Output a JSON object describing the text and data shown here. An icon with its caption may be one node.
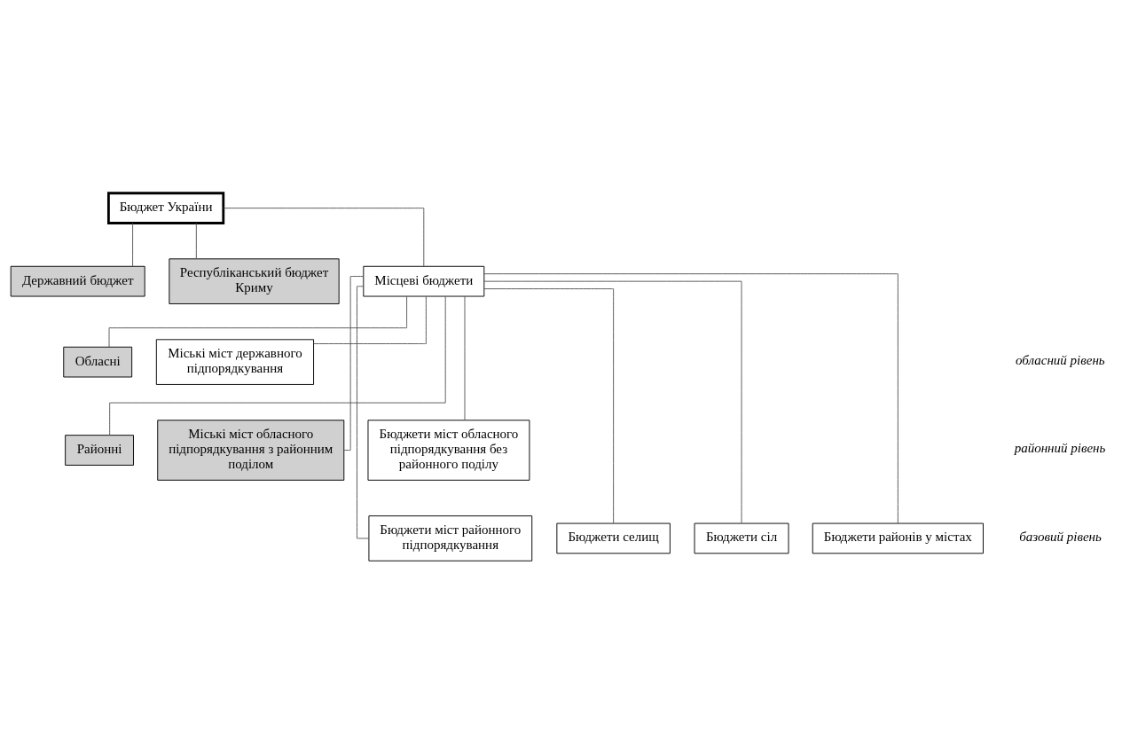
{
  "diagram": {
    "nodes": [
      {
        "text": [
          "Бюджет України"
        ]
      },
      {
        "text": [
          "Державний бюджет"
        ]
      },
      {
        "text": [
          "Республіканський бюджет Криму"
        ]
      },
      {
        "text": [
          "Місцеві бюджети"
        ]
      },
      {
        "text": [
          "Обласні"
        ]
      },
      {
        "text": [
          "Міські міст державного підпорядкування"
        ]
      },
      {
        "text": [
          "Районні"
        ]
      },
      {
        "text": [
          "Міські міст обласного підпорядкування з районним поділом"
        ]
      },
      {
        "text": [
          "Бюджети міст обласного підпорядкування без районного поділу"
        ]
      },
      {
        "text": [
          "Бюджети міст районного підпорядкування"
        ]
      },
      {
        "text": [
          "Бюджети селищ"
        ]
      },
      {
        "text": [
          "Бюджети сіл"
        ]
      },
      {
        "text": [
          "Бюджети районів у містах"
        ]
      }
    ],
    "edges": [
      {
        "from": 0,
        "to": 1,
        "arrow": "none"
      },
      {
        "from": 0,
        "to": 2,
        "arrow": "none"
      },
      {
        "from": 0,
        "to": 3,
        "arrow": "none"
      },
      {
        "from": 3,
        "to": 4,
        "arrow": "none"
      },
      {
        "from": 3,
        "to": 5,
        "arrow": "none"
      },
      {
        "from": 3,
        "to": 6,
        "arrow": "none"
      },
      {
        "from": 3,
        "to": 7,
        "arrow": "none"
      },
      {
        "from": 3,
        "to": 8,
        "arrow": "none"
      },
      {
        "from": 3,
        "to": 9,
        "arrow": "none"
      },
      {
        "from": 3,
        "to": 10,
        "arrow": "none"
      },
      {
        "from": 3,
        "to": 11,
        "arrow": "none"
      },
      {
        "from": 3,
        "to": 12,
        "arrow": "none"
      }
    ],
    "labels": [
      "обласний рівень",
      "районний рівень",
      "базовий рівень"
    ]
  }
}
